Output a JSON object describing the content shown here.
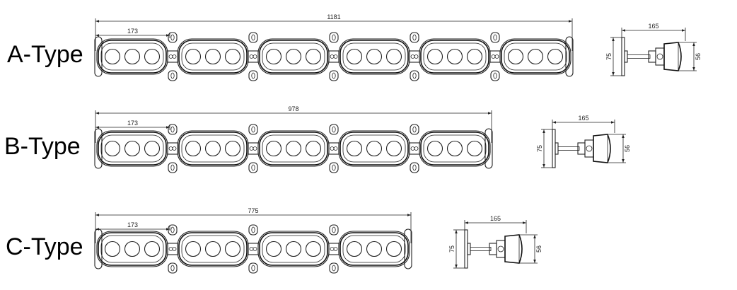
{
  "rows": [
    {
      "label": "A-Type",
      "overall_length": "1181",
      "pitch": "173",
      "module_count": 6,
      "side_view": {
        "depth": "165",
        "base_height": "75",
        "head_height": "56"
      }
    },
    {
      "label": "B-Type",
      "overall_length": "978",
      "pitch": "173",
      "module_count": 5,
      "side_view": {
        "depth": "165",
        "base_height": "75",
        "head_height": "56"
      }
    },
    {
      "label": "C-Type",
      "overall_length": "775",
      "pitch": "173",
      "module_count": 4,
      "side_view": {
        "depth": "165",
        "base_height": "75",
        "head_height": "56"
      }
    }
  ]
}
